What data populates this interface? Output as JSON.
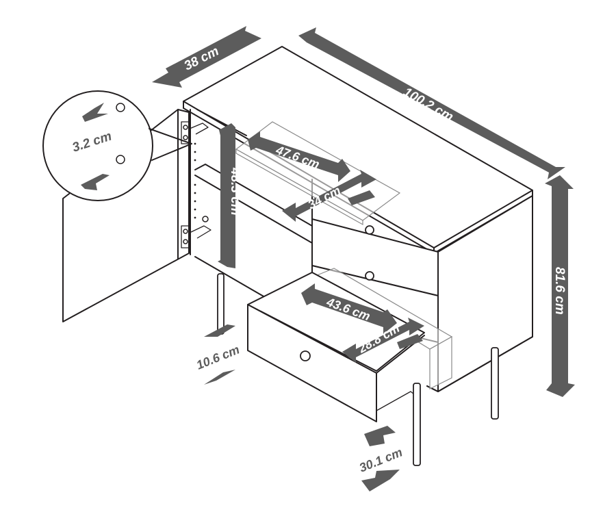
{
  "dimensions": {
    "depth": "38 cm",
    "width": "100.2 cm",
    "height": "81.6 cm",
    "shelf_hole_spacing": "3.2 cm",
    "shelf_width": "47.6 cm",
    "shelf_depth": "34 cm",
    "compartment_height": "48.3 cm",
    "drawer_width": "43.6 cm",
    "drawer_depth": "28.8 cm",
    "drawer_height": "10.6 cm",
    "leg_height": "30.1 cm"
  },
  "colors": {
    "arrow": "#5c5c5c",
    "line": "#231f20",
    "label_text": "#ffffff"
  },
  "icons": [
    "double-arrow",
    "knob",
    "hinge",
    "leg"
  ]
}
